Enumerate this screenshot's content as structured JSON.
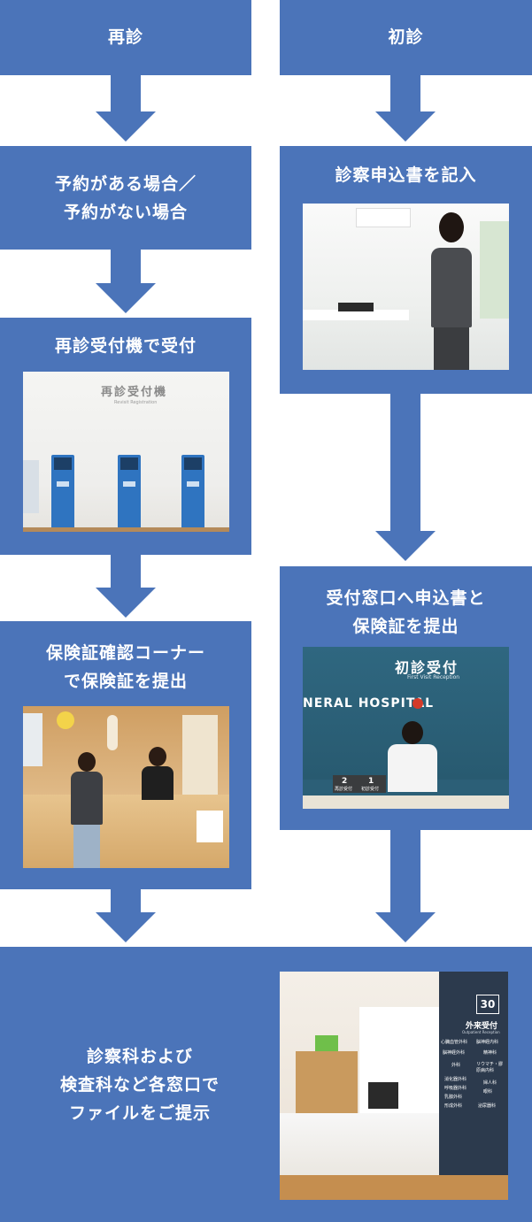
{
  "left_column": {
    "step1": "再診",
    "step2_line1": "予約がある場合／",
    "step2_line2": "予約がない場合",
    "step3": "再診受付機で受付",
    "step4_line1": "保険証確認コーナー",
    "step4_line2": "で保険証を提出"
  },
  "right_column": {
    "step1": "初診",
    "step2": "診察申込書を記入",
    "step3_line1": "受付窓口へ申込書と",
    "step3_line2": "保険証を提出"
  },
  "final": {
    "line1": "診察科および",
    "line2": "検査科など各窓口で",
    "line3": "ファイルをご提示"
  },
  "photo_texts": {
    "kiosk_sign": "再診受付機",
    "kiosk_sign_sub": "Revisit Registration",
    "first_visit_sign": "初診受付",
    "first_visit_sign_sub": "First Visit Reception",
    "hospital_name": "NERAL HOSPITAL",
    "counter_num_1": "2",
    "counter_num_2": "1",
    "counter_label_1": "再診受付",
    "counter_label_2": "初診受付",
    "outpatient_num": "30",
    "outpatient_title": "外来受付",
    "outpatient_sub": "Outpatient Reception",
    "dept_1": "心臓血管外科",
    "dept_2": "脳神経内科",
    "dept_3": "脳神経外科",
    "dept_4": "精神科",
    "dept_5": "外科",
    "dept_6": "リウマチ・膠原病内科",
    "dept_7": "消化器外科",
    "dept_8": "婦人科",
    "dept_9": "呼吸器外科",
    "dept_10": "乳腺外科",
    "dept_11": "眼科",
    "dept_12": "形成外科",
    "dept_13": "泌尿器科"
  },
  "colors": {
    "box": "#4b74b9",
    "text": "#ffffff"
  }
}
